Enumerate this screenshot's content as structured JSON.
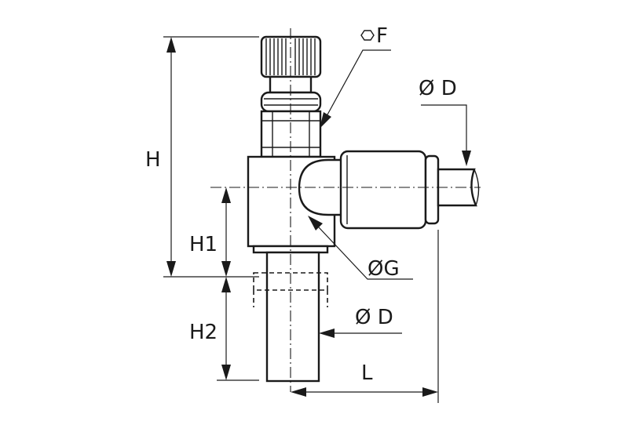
{
  "labels": {
    "F": "F",
    "D_tube": "Ø D",
    "H": "H",
    "H1": "H1",
    "G": "ØG",
    "D_stem": "Ø D",
    "H2": "H2",
    "L": "L"
  },
  "icons": {
    "hex": "hexagon-icon"
  }
}
